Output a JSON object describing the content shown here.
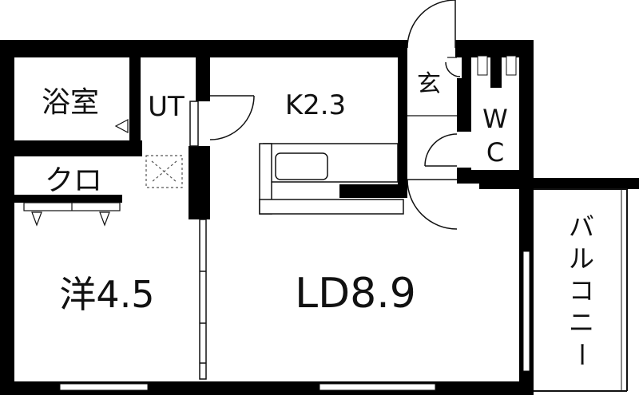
{
  "rooms": {
    "bath": "浴室",
    "utility": "UT",
    "kitchen": "K2.3",
    "entrance": "玄",
    "toilet_top": "W",
    "toilet_bottom": "C",
    "closet": "クロ",
    "western_room": "洋4.5",
    "living_dining": "LD8.9",
    "balcony": [
      "バ",
      "ル",
      "コ",
      "ニ",
      "ー"
    ]
  },
  "colors": {
    "wall": "#000000",
    "line": "#111111",
    "background": "#ffffff",
    "washer_mark": "#555555"
  }
}
